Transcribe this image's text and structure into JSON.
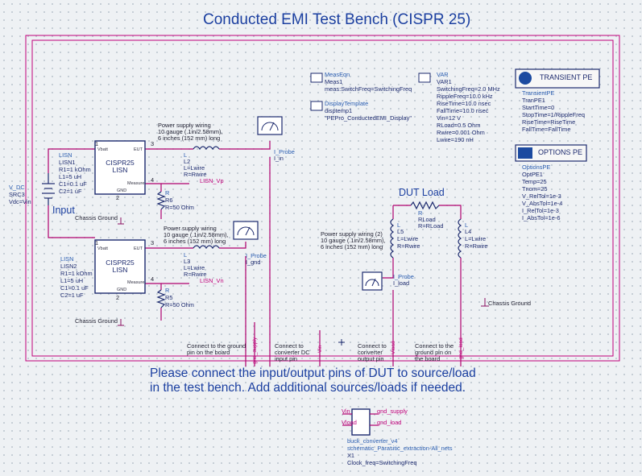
{
  "title": "Conducted EMI Test Bench (CISPR 25)",
  "source": {
    "name": "V_DC",
    "lines": [
      "SRC3",
      "Vdc=Vin"
    ],
    "label": "Input"
  },
  "lisn1": {
    "box_label": "CISPR25\nLISN",
    "pin_vbatt": "Vbatt",
    "pin_eut": "EUT",
    "pin_gnd": "GND",
    "pin_meas": "Measure",
    "params": [
      "LISN",
      "LISN1",
      "R1=1 kOhm",
      "L1=5 uH",
      "C1=0.1 uF",
      "C2=1 uF"
    ],
    "pin_numbers": [
      "1",
      "3",
      "2",
      "4"
    ]
  },
  "lisn2": {
    "box_label": "CISPR25\nLISN",
    "pin_vbatt": "Vbatt",
    "pin_eut": "EUT",
    "pin_gnd": "GND",
    "pin_meas": "Measure",
    "params": [
      "LISN",
      "LISN2",
      "R1=1 kOhm",
      "L1=5 uH",
      "C1=0.1 uF",
      "C2=1 uF"
    ],
    "pin_numbers": [
      "1",
      "3",
      "2",
      "4"
    ]
  },
  "wiring_top": [
    "Power supply wiring",
    "10 gauge (.1in/2.58mm),",
    "6 inches (152 mm) long"
  ],
  "wiring_mid": [
    "Power supply wiring",
    "10 gauge (.1in/2.58mm),",
    "6 inches (152 mm) long"
  ],
  "wiring_right": [
    "Power supply wiring (2)",
    "10 gauge (.1in/2.58mm),",
    "6 inches (152 mm) long"
  ],
  "l2": [
    "L",
    "L2",
    "L=Lwire",
    "R=Rwire"
  ],
  "l3": [
    "L",
    "L3",
    "L=Lwire",
    "R=Rwire"
  ],
  "l5": [
    "L",
    "L5",
    "L=Lwire",
    "R=Rwire"
  ],
  "l4": [
    "L",
    "L4",
    "L=Lwire",
    "R=Rwire"
  ],
  "r6": [
    "R",
    "R6",
    "R=50 Ohm"
  ],
  "r5": [
    "R",
    "R5",
    "R=50 Ohm"
  ],
  "rload": [
    "R",
    "RLoad",
    "R=RLoad"
  ],
  "net_lisn_vp": "LISN_Vp",
  "net_lisn_vn": "LISN_Vn",
  "chassis_ground_1": "Chassis Ground",
  "chassis_ground_2": "Chassis Ground",
  "chassis_ground_3": "Chassis Ground",
  "probe_in": [
    "I_Probe",
    "I_in"
  ],
  "probe_gnd": [
    "I_Probe",
    "I_gnd"
  ],
  "probe_load": [
    "I_Probe",
    "I_load"
  ],
  "measeqn": {
    "header": "MeasEqn",
    "lines": [
      "Meas1",
      "meas:SwitchFreq=SwitchingFreq"
    ]
  },
  "display_template": {
    "header": "DisplayTemplate",
    "lines": [
      "disptemp1",
      "\"PEPro_ConductedEMI_Display\""
    ]
  },
  "var": {
    "header": "VAR",
    "lines": [
      "VAR1",
      "SwitchingFreq=2.0 MHz",
      "RippleFreq=10.0 kHz",
      "RiseTime=10.0 nsec",
      "FallTime=10.0 nsec",
      "Vin=12 V",
      "RLoad=0.5 Ohm",
      "Rwire=0.001 Ohm",
      "Lwire=190 nH"
    ]
  },
  "transient": {
    "button": "TRANSIENT PE",
    "lines": [
      "TransientPE",
      "TranPE1",
      "StartTime=0",
      "StopTime=1/RippleFreq",
      "RiseTime=RiseTime",
      "FallTime=FallTime"
    ]
  },
  "options": {
    "button": "OPTIONS PE",
    "lines": [
      "OptionsPE",
      "OptPE1",
      "Temp=25",
      "Tnom=25",
      "V_RelTol=1e-3",
      "V_AbsTol=1e-4",
      "I_RelTol=1e-3",
      "I_AbsTol=1e-6"
    ]
  },
  "dut_load": "DUT Load",
  "pin_labels": [
    "Vin",
    "gnd_supply",
    "Vload",
    "gnd_load"
  ],
  "connect_notes": [
    [
      "Connect to the ground",
      "pin on the board"
    ],
    [
      "Connect to",
      "converter DC",
      "input pin"
    ],
    [
      "Connect to",
      "converter",
      "output pin"
    ],
    [
      "Connect to the",
      "ground pin on",
      "the board"
    ]
  ],
  "instructions": [
    "Please connect the input/output pins of DUT to source/load",
    "in the test bench. Add additional sources/loads if needed."
  ],
  "dut_block": {
    "pins_left": [
      "Vin",
      "Vload"
    ],
    "pins_right": [
      "gnd_supply",
      "gnd_load"
    ],
    "lines": [
      "buck_converter_v4",
      "schematic_Parasitic_extraction-All_nets",
      "X1",
      "Clock_freq=SwitchingFreq"
    ]
  }
}
